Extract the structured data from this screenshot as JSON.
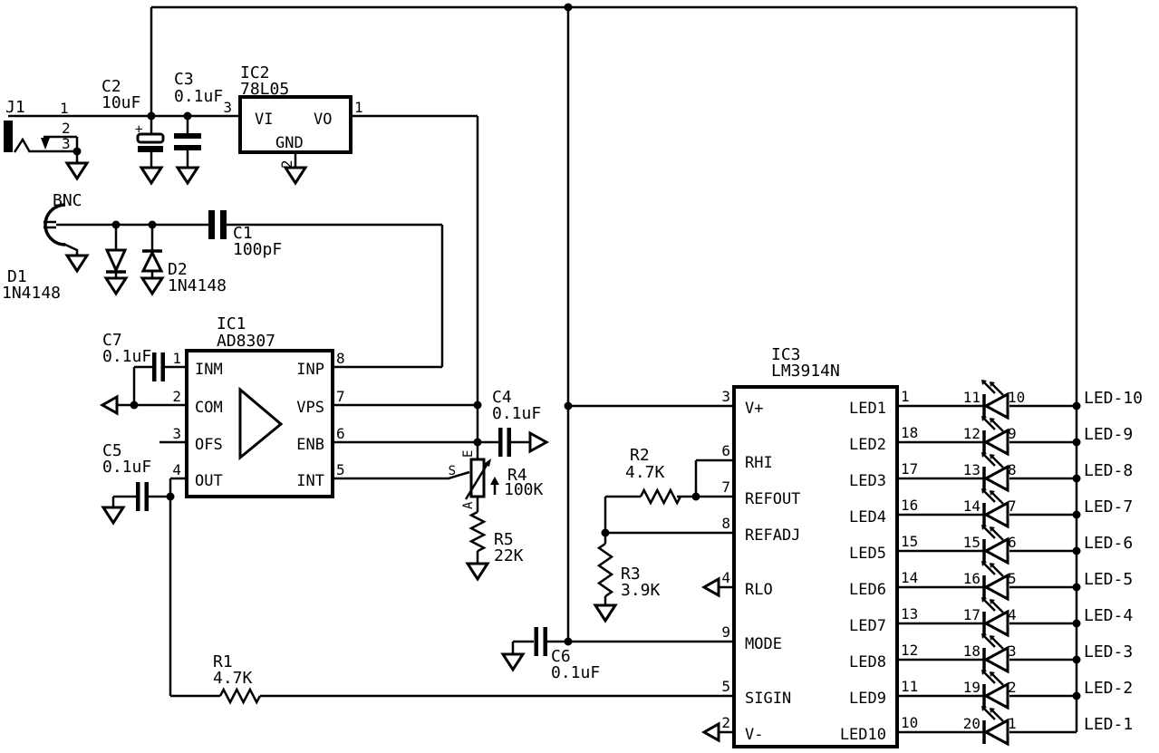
{
  "schematic": {
    "background": "#ffffff",
    "line_color": "#000000",
    "connectors": {
      "j1": {
        "ref": "J1",
        "pin1": "1",
        "pin2": "2",
        "pin3": "3"
      },
      "bnc": {
        "ref": "BNC"
      }
    },
    "capacitors": {
      "c1": {
        "ref": "C1",
        "value": "100pF"
      },
      "c2": {
        "ref": "C2",
        "value": "10uF",
        "polarity": "+"
      },
      "c3": {
        "ref": "C3",
        "value": "0.1uF"
      },
      "c4": {
        "ref": "C4",
        "value": "0.1uF"
      },
      "c5": {
        "ref": "C5",
        "value": "0.1uF"
      },
      "c6": {
        "ref": "C6",
        "value": "0.1uF"
      },
      "c7": {
        "ref": "C7",
        "value": "0.1uF"
      }
    },
    "resistors": {
      "r1": {
        "ref": "R1",
        "value": "4.7K"
      },
      "r2": {
        "ref": "R2",
        "value": "4.7K"
      },
      "r3": {
        "ref": "R3",
        "value": "3.9K"
      },
      "r4": {
        "ref": "R4",
        "value": "100K",
        "terminal_top": "E",
        "terminal_wiper": "S",
        "terminal_bottom": "A"
      },
      "r5": {
        "ref": "R5",
        "value": "22K"
      }
    },
    "diodes": {
      "d1": {
        "ref": "D1",
        "value": "1N4148"
      },
      "d2": {
        "ref": "D2",
        "value": "1N4148"
      }
    },
    "ics": {
      "ic2": {
        "ref": "IC2",
        "part": "78L05",
        "pin_in_num": "3",
        "pin_in_name": "VI",
        "pin_out_num": "1",
        "pin_out_name": "VO",
        "pin_gnd_num": "2",
        "pin_gnd_name": "GND"
      },
      "ic1": {
        "ref": "IC1",
        "part": "AD8307",
        "left_pins": [
          {
            "num": "1",
            "name": "INM"
          },
          {
            "num": "2",
            "name": "COM"
          },
          {
            "num": "3",
            "name": "OFS"
          },
          {
            "num": "4",
            "name": "OUT"
          }
        ],
        "right_pins": [
          {
            "num": "8",
            "name": "INP"
          },
          {
            "num": "7",
            "name": "VPS"
          },
          {
            "num": "6",
            "name": "ENB"
          },
          {
            "num": "5",
            "name": "INT"
          }
        ]
      },
      "ic3": {
        "ref": "IC3",
        "part": "LM3914N",
        "left_pins": [
          {
            "num": "3",
            "name": "V+"
          },
          {
            "num": "6",
            "name": "RHI"
          },
          {
            "num": "7",
            "name": "REFOUT"
          },
          {
            "num": "8",
            "name": "REFADJ"
          },
          {
            "num": "4",
            "name": "RLO"
          },
          {
            "num": "9",
            "name": "MODE"
          },
          {
            "num": "5",
            "name": "SIGIN"
          },
          {
            "num": "2",
            "name": "V-"
          }
        ],
        "right_pins": [
          {
            "num": "1",
            "name": "LED1"
          },
          {
            "num": "18",
            "name": "LED2"
          },
          {
            "num": "17",
            "name": "LED3"
          },
          {
            "num": "16",
            "name": "LED4"
          },
          {
            "num": "15",
            "name": "LED5"
          },
          {
            "num": "14",
            "name": "LED6"
          },
          {
            "num": "13",
            "name": "LED7"
          },
          {
            "num": "12",
            "name": "LED8"
          },
          {
            "num": "11",
            "name": "LED9"
          },
          {
            "num": "10",
            "name": "LED10"
          }
        ]
      }
    },
    "leds": [
      {
        "net": "LED-10",
        "pin_left": "11",
        "pin_right": "10"
      },
      {
        "net": "LED-9",
        "pin_left": "12",
        "pin_right": "9"
      },
      {
        "net": "LED-8",
        "pin_left": "13",
        "pin_right": "8"
      },
      {
        "net": "LED-7",
        "pin_left": "14",
        "pin_right": "7"
      },
      {
        "net": "LED-6",
        "pin_left": "15",
        "pin_right": "6"
      },
      {
        "net": "LED-5",
        "pin_left": "16",
        "pin_right": "5"
      },
      {
        "net": "LED-4",
        "pin_left": "17",
        "pin_right": "4"
      },
      {
        "net": "LED-3",
        "pin_left": "18",
        "pin_right": "3"
      },
      {
        "net": "LED-2",
        "pin_left": "19",
        "pin_right": "2"
      },
      {
        "net": "LED-1",
        "pin_left": "20",
        "pin_right": "1"
      }
    ]
  }
}
